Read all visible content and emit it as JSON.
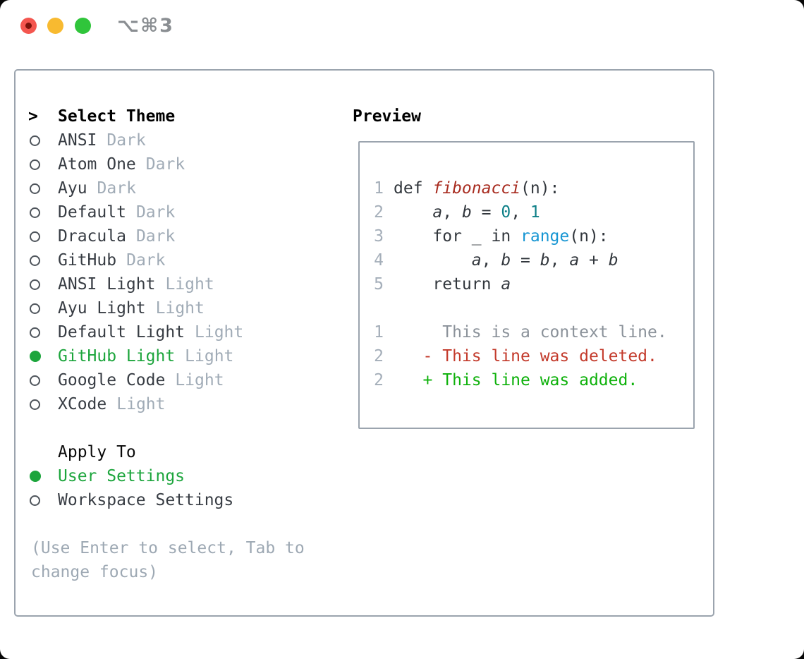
{
  "window": {
    "title": "⌥⌘3"
  },
  "select_theme": {
    "prefix": ">",
    "heading": "Select Theme"
  },
  "themes": [
    {
      "name": "ANSI",
      "variant": "Dark",
      "selected": false
    },
    {
      "name": "Atom One",
      "variant": "Dark",
      "selected": false
    },
    {
      "name": "Ayu",
      "variant": "Dark",
      "selected": false
    },
    {
      "name": "Default",
      "variant": "Dark",
      "selected": false
    },
    {
      "name": "Dracula",
      "variant": "Dark",
      "selected": false
    },
    {
      "name": "GitHub",
      "variant": "Dark",
      "selected": false
    },
    {
      "name": "ANSI Light",
      "variant": "Light",
      "selected": false
    },
    {
      "name": "Ayu Light",
      "variant": "Light",
      "selected": false
    },
    {
      "name": "Default Light",
      "variant": "Light",
      "selected": false
    },
    {
      "name": "GitHub Light",
      "variant": "Light",
      "selected": true
    },
    {
      "name": "Google Code",
      "variant": "Light",
      "selected": false
    },
    {
      "name": "XCode",
      "variant": "Light",
      "selected": false
    }
  ],
  "apply_to": {
    "heading": "Apply To",
    "options": [
      {
        "name": "User Settings",
        "selected": true
      },
      {
        "name": "Workspace Settings",
        "selected": false
      }
    ]
  },
  "hint": "(Use Enter to select, Tab to\nchange focus)",
  "preview": {
    "heading": "Preview",
    "code_lines": [
      {
        "num": "1",
        "tokens": [
          {
            "t": "def ",
            "c": "plain"
          },
          {
            "t": "fibonacci",
            "c": "func",
            "i": true
          },
          {
            "t": "(n):",
            "c": "plain"
          }
        ]
      },
      {
        "num": "2",
        "tokens": [
          {
            "t": "    ",
            "c": "plain"
          },
          {
            "t": "a",
            "c": "plain",
            "i": true
          },
          {
            "t": ", ",
            "c": "plain"
          },
          {
            "t": "b",
            "c": "plain",
            "i": true
          },
          {
            "t": " = ",
            "c": "plain"
          },
          {
            "t": "0",
            "c": "number"
          },
          {
            "t": ", ",
            "c": "plain"
          },
          {
            "t": "1",
            "c": "number"
          }
        ]
      },
      {
        "num": "3",
        "tokens": [
          {
            "t": "    for _ in ",
            "c": "plain"
          },
          {
            "t": "range",
            "c": "builtin"
          },
          {
            "t": "(n):",
            "c": "plain"
          }
        ]
      },
      {
        "num": "4",
        "tokens": [
          {
            "t": "        ",
            "c": "plain"
          },
          {
            "t": "a",
            "c": "plain",
            "i": true
          },
          {
            "t": ", ",
            "c": "plain"
          },
          {
            "t": "b",
            "c": "plain",
            "i": true
          },
          {
            "t": " = ",
            "c": "plain"
          },
          {
            "t": "b",
            "c": "plain",
            "i": true
          },
          {
            "t": ", ",
            "c": "plain"
          },
          {
            "t": "a",
            "c": "plain",
            "i": true
          },
          {
            "t": " + ",
            "c": "plain"
          },
          {
            "t": "b",
            "c": "plain",
            "i": true
          }
        ]
      },
      {
        "num": "5",
        "tokens": [
          {
            "t": "    return ",
            "c": "plain"
          },
          {
            "t": "a",
            "c": "plain",
            "i": true
          }
        ]
      }
    ],
    "diff_lines": [
      {
        "num": "1",
        "tokens": [
          {
            "t": "     This is a context line.",
            "c": "context"
          }
        ]
      },
      {
        "num": "2",
        "tokens": [
          {
            "t": "   - This line was deleted.",
            "c": "deleted"
          }
        ]
      },
      {
        "num": "2",
        "tokens": [
          {
            "t": "   + This line was added.",
            "c": "added"
          }
        ]
      }
    ]
  },
  "colors": {
    "plain": "#32373d",
    "func": "#a82c20",
    "number": "#0c7f87",
    "builtin": "#1796d3",
    "context": "#8b929a",
    "deleted": "#c33a2b",
    "added": "#0eb10b",
    "selected_green": "#1ca53c",
    "muted": "#a0abb6"
  }
}
